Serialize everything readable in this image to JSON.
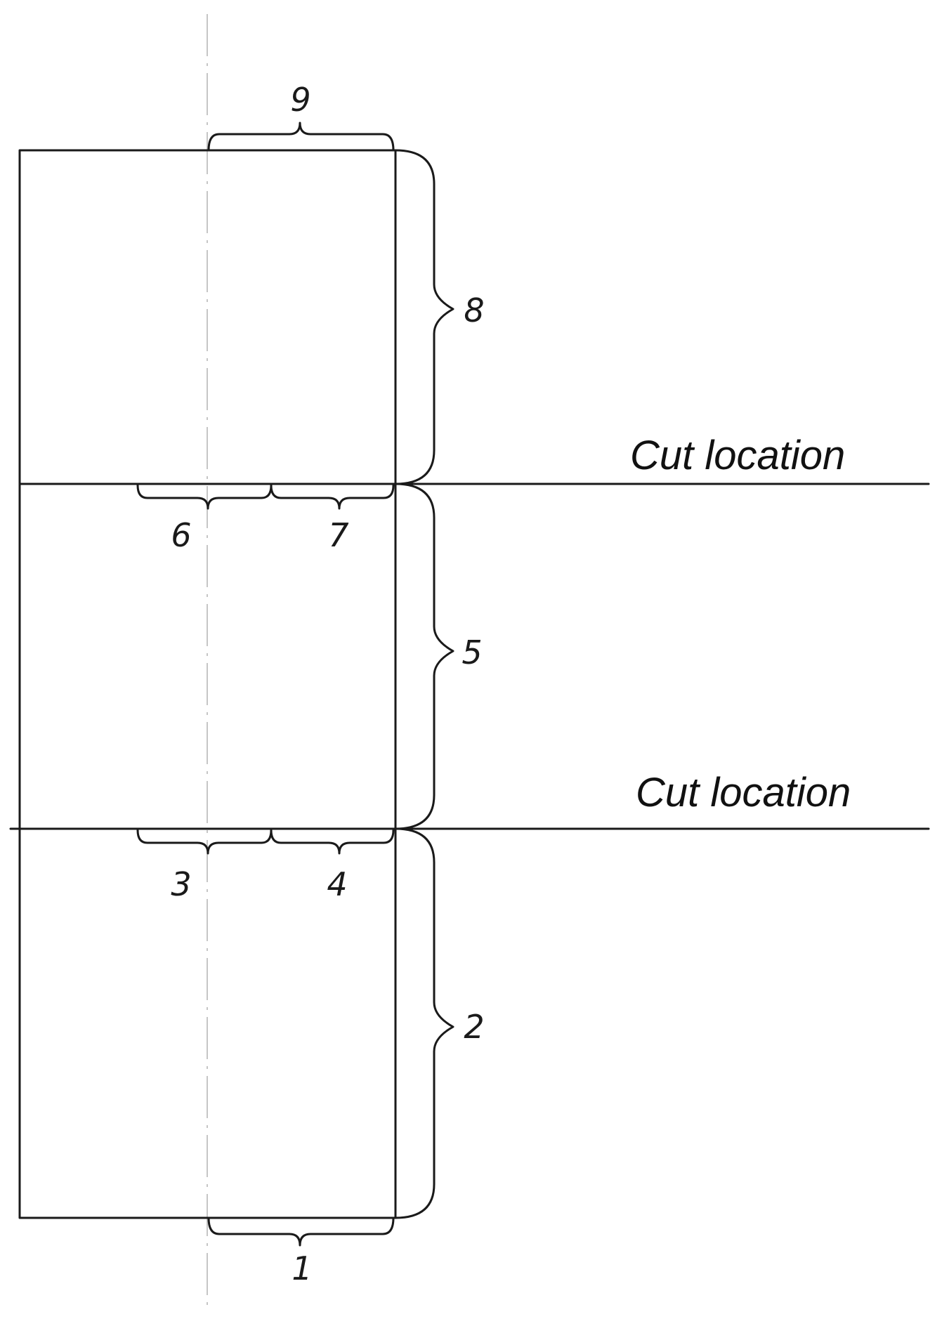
{
  "labels": {
    "cut_top": "Cut location",
    "cut_bottom": "Cut location",
    "n1": "1",
    "n2": "2",
    "n3": "3",
    "n4": "4",
    "n5": "5",
    "n6": "6",
    "n7": "7",
    "n8": "8",
    "n9": "9"
  },
  "colors": {
    "line": "#1a1a1a",
    "center_axis": "#b4b4b4",
    "background": "#ffffff"
  }
}
